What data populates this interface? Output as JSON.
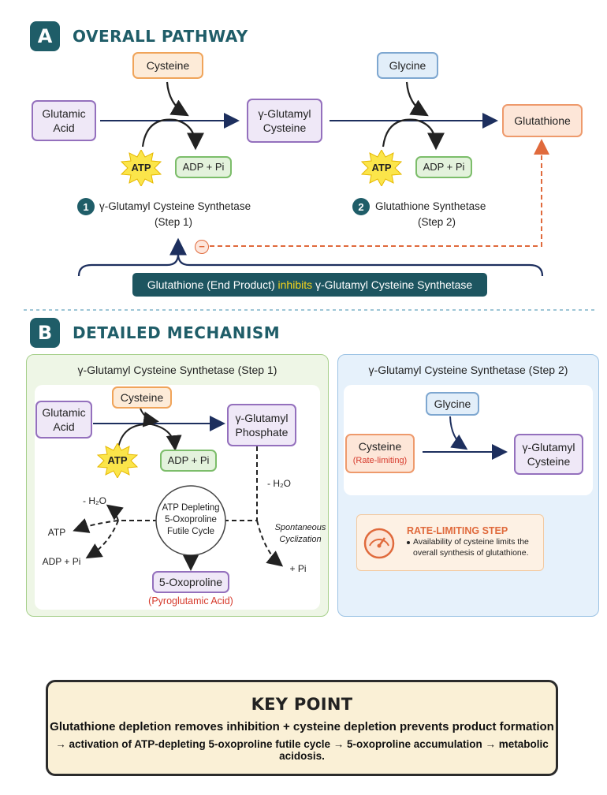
{
  "section_a": {
    "badge": "A",
    "title": "OVERALL PATHWAY",
    "glutamic_acid": "Glutamic Acid",
    "cysteine": "Cysteine",
    "gamma_glutamyl_cysteine": "γ-Glutamyl Cysteine",
    "glycine": "Glycine",
    "glutathione": "Glutathione",
    "atp_1": "ATP",
    "adp_1": "ADP + Pi",
    "atp_2": "ATP",
    "adp_2": "ADP + Pi",
    "step1_num": "1",
    "step1_name": "γ-Glutamyl Cysteine Synthetase",
    "step1_sub": "(Step 1)",
    "step2_num": "2",
    "step2_name": "Glutathione Synthetase",
    "step2_sub": "(Step 2)",
    "inhibit_sign": "−",
    "banner_pre": "Glutathione (End Product) ",
    "banner_hl": "inhibits",
    "banner_post": " γ-Glutamyl Cysteine Synthetase"
  },
  "section_b": {
    "badge": "B",
    "title": "DETAILED MECHANISM",
    "left_panel": {
      "title": "γ-Glutamyl Cysteine Synthetase  (Step 1)",
      "glutamic_acid": "Glutamic Acid",
      "cysteine": "Cysteine",
      "gamma_glutamyl_phosphate": "γ-Glutamyl Phosphate",
      "atp": "ATP",
      "adp": "ADP + Pi",
      "minus_h2o_right": "- H₂O",
      "minus_h2o_left": "- H₂O",
      "cycle_label": "ATP Depleting 5-Oxoproline Futile Cycle",
      "atp_out": "ATP",
      "adp_out": "ADP + Pi",
      "spontaneous": "Spontaneous Cyclization",
      "pi_out": "+ Pi",
      "oxoproline": "5-Oxoproline",
      "pyroglutamic": "(Pyroglutamic Acid)"
    },
    "right_panel": {
      "title": "γ-Glutamyl Cysteine Synthetase (Step 2)",
      "glycine": "Glycine",
      "cysteine": "Cysteine",
      "rate_limiting_tag": "(Rate-limiting)",
      "gamma_glutamyl_cysteine": "γ-Glutamyl Cysteine",
      "rls_title": "RATE-LIMITING STEP",
      "rls_text": "Availability of cysteine limits the overall synthesis of glutathione."
    }
  },
  "key_point": {
    "title": "KEY POINT",
    "line1": "Glutathione depletion removes inhibition +  cysteine depletion prevents product formation",
    "line2": "→ activation of ATP-depleting 5-oxoproline futile cycle → 5-oxoproline accumulation → metabolic acidosis."
  },
  "colors": {
    "teal": "#1f5d68",
    "arrow_navy": "#1d2f5e",
    "inhibition_red": "#e06a3c",
    "purple_border": "#9470bd",
    "orange_border": "#f0a45a",
    "green_border": "#7cbd6a",
    "blue_border": "#7ea7d0"
  }
}
